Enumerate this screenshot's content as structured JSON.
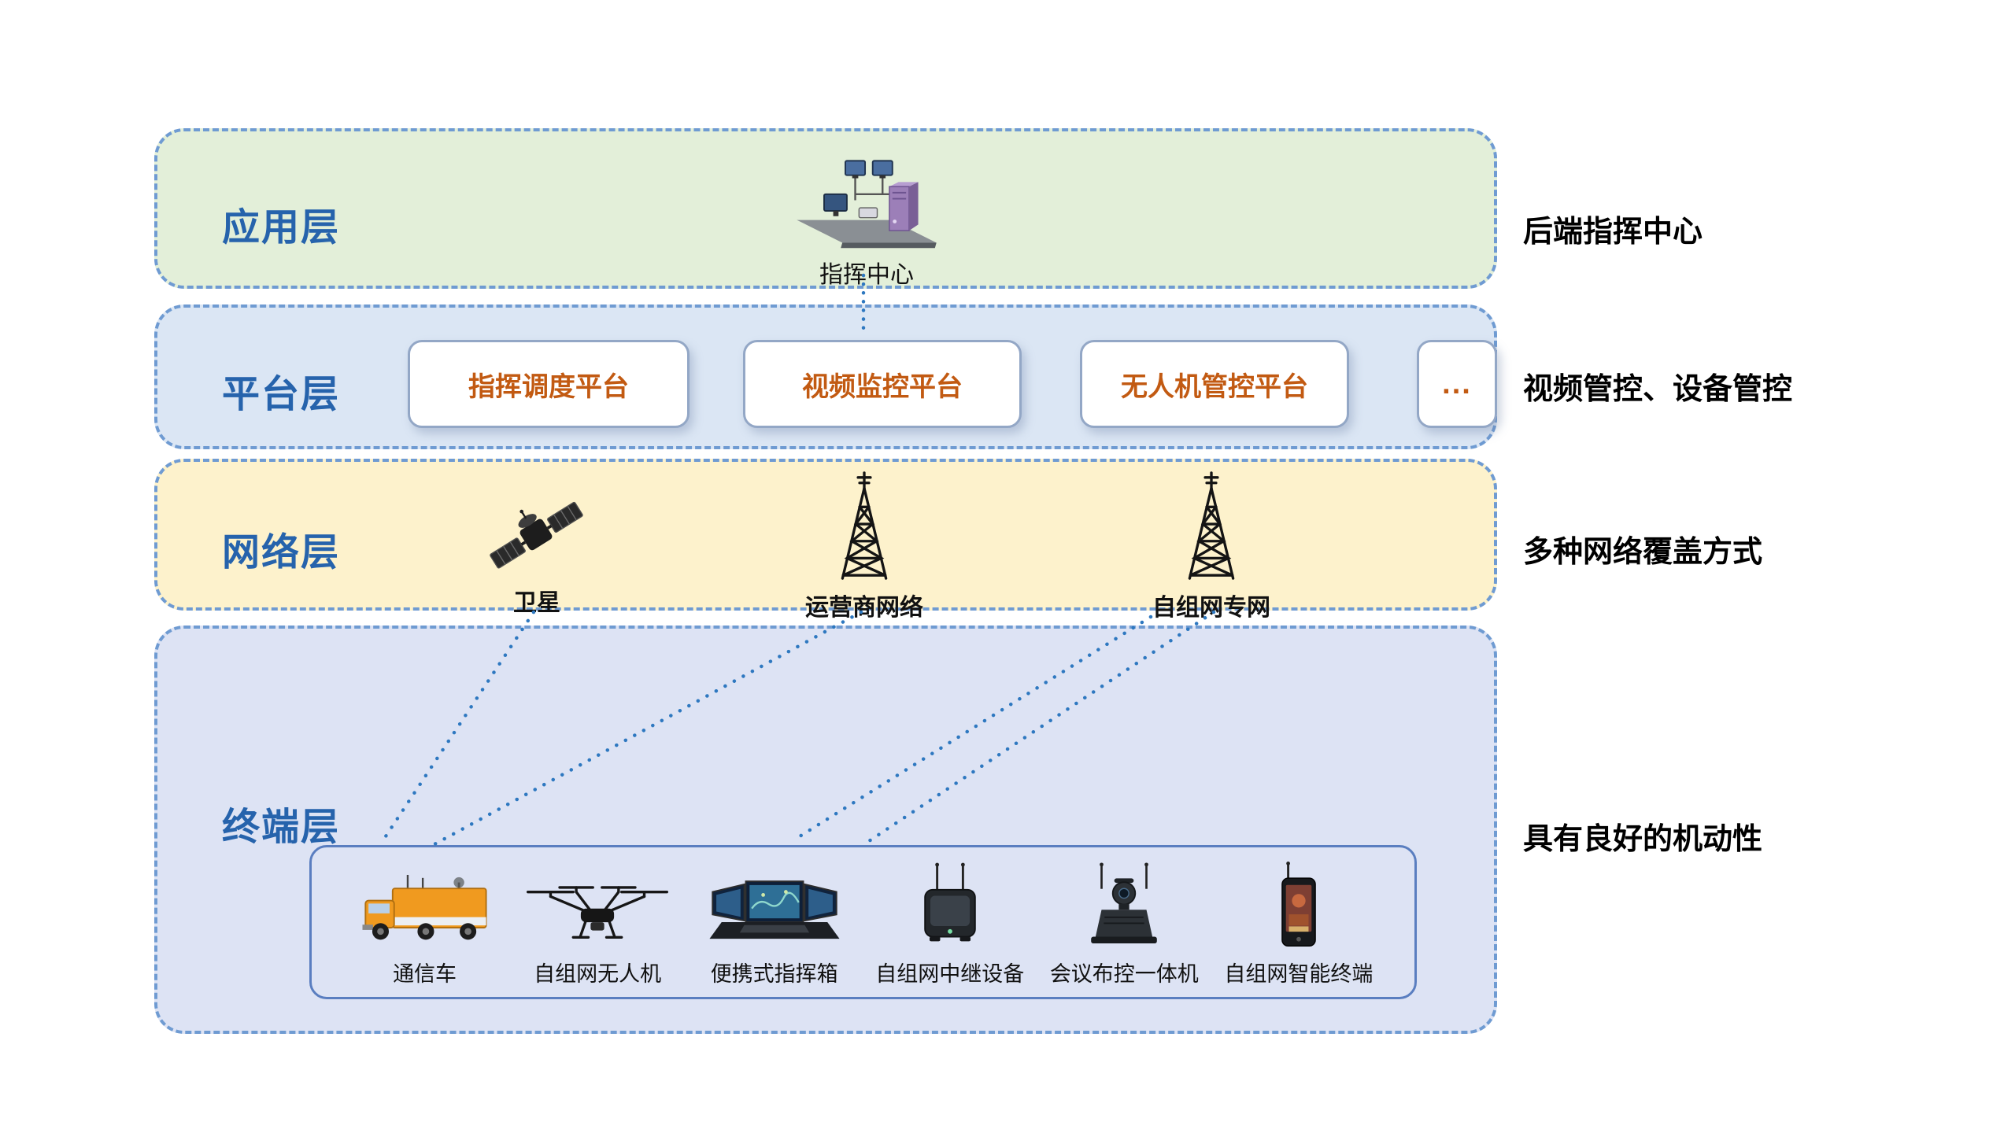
{
  "layers": [
    {
      "id": "application",
      "label": "应用层",
      "annotation": "后端指挥中心",
      "node_label": "指挥中心"
    },
    {
      "id": "platform",
      "label": "平台层",
      "annotation": "视频管控、设备管控",
      "items": [
        "指挥调度平台",
        "视频监控平台",
        "无人机管控平台",
        "..."
      ]
    },
    {
      "id": "network",
      "label": "网络层",
      "annotation": "多种网络覆盖方式",
      "nodes": [
        {
          "name": "satellite",
          "label": "卫星"
        },
        {
          "name": "carrier-network",
          "label": "运营商网络"
        },
        {
          "name": "adhoc-private-network",
          "label": "自组网专网"
        }
      ]
    },
    {
      "id": "terminal",
      "label": "终端层",
      "annotation": "具有良好的机动性",
      "devices": [
        {
          "name": "comm-truck",
          "label": "通信车"
        },
        {
          "name": "adhoc-drone",
          "label": "自组网无人机"
        },
        {
          "name": "portable-command-case",
          "label": "便携式指挥箱"
        },
        {
          "name": "adhoc-relay-device",
          "label": "自组网中继设备"
        },
        {
          "name": "conference-control-unit",
          "label": "会议布控一体机"
        },
        {
          "name": "adhoc-smart-terminal",
          "label": "自组网智能终端"
        }
      ]
    }
  ],
  "links": [
    {
      "from": "指挥中心",
      "to": "平台层"
    },
    {
      "from": "卫星",
      "to": "终端层"
    },
    {
      "from": "运营商网络",
      "to": "终端层"
    },
    {
      "from": "自组网专网",
      "to": "终端层"
    }
  ],
  "colors": {
    "layer_border_blue": "#6f9bd2",
    "application_fill": "#e3efd9",
    "platform_fill": "#dbe6f4",
    "network_fill": "#fdf2cc",
    "terminal_fill": "#dde3f4",
    "layer_label_blue": "#2663ac",
    "platform_button_text_orange": "#c25a12",
    "connector_blue": "#2e78c0"
  }
}
